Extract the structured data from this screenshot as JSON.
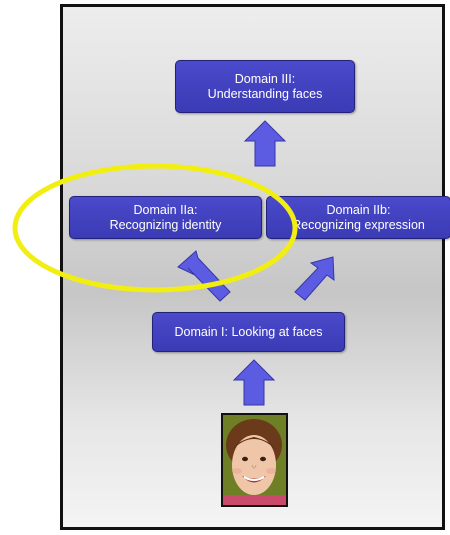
{
  "diagram": {
    "domain3": {
      "line1": "Domain III:",
      "line2": "Understanding faces"
    },
    "domain2a": {
      "line1": "Domain IIa:",
      "line2": "Recognizing identity"
    },
    "domain2b": {
      "line1": "Domain IIb:",
      "line2": "Recognizing expression"
    },
    "domain1": {
      "label": "Domain I: Looking at faces"
    }
  },
  "colors": {
    "box_fill": "#3e3eb8",
    "arrow_fill": "#5b5be0",
    "highlight_ellipse": "#f2ee12"
  },
  "image": {
    "subject": "smiling-child-face-photo"
  }
}
